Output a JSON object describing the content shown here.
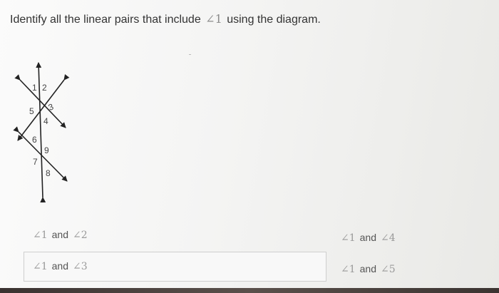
{
  "question": {
    "prefix": "Identify all the linear pairs that include",
    "angle": "∠1",
    "suffix": "using the diagram."
  },
  "diagram": {
    "labels": [
      "1",
      "2",
      "3",
      "4",
      "5",
      "6",
      "7",
      "8",
      "9"
    ]
  },
  "options": [
    {
      "a": "∠1",
      "and": "and",
      "b": "∠2"
    },
    {
      "a": "∠1",
      "and": "and",
      "b": "∠3"
    },
    {
      "a": "∠1",
      "and": "and",
      "b": "∠4"
    },
    {
      "a": "∠1",
      "and": "and",
      "b": "∠5"
    }
  ],
  "colors": {
    "text": "#333333",
    "angle_symbol": "#9a9a9a",
    "diagram_line": "#222222",
    "option_border": "#cfcfcf"
  }
}
